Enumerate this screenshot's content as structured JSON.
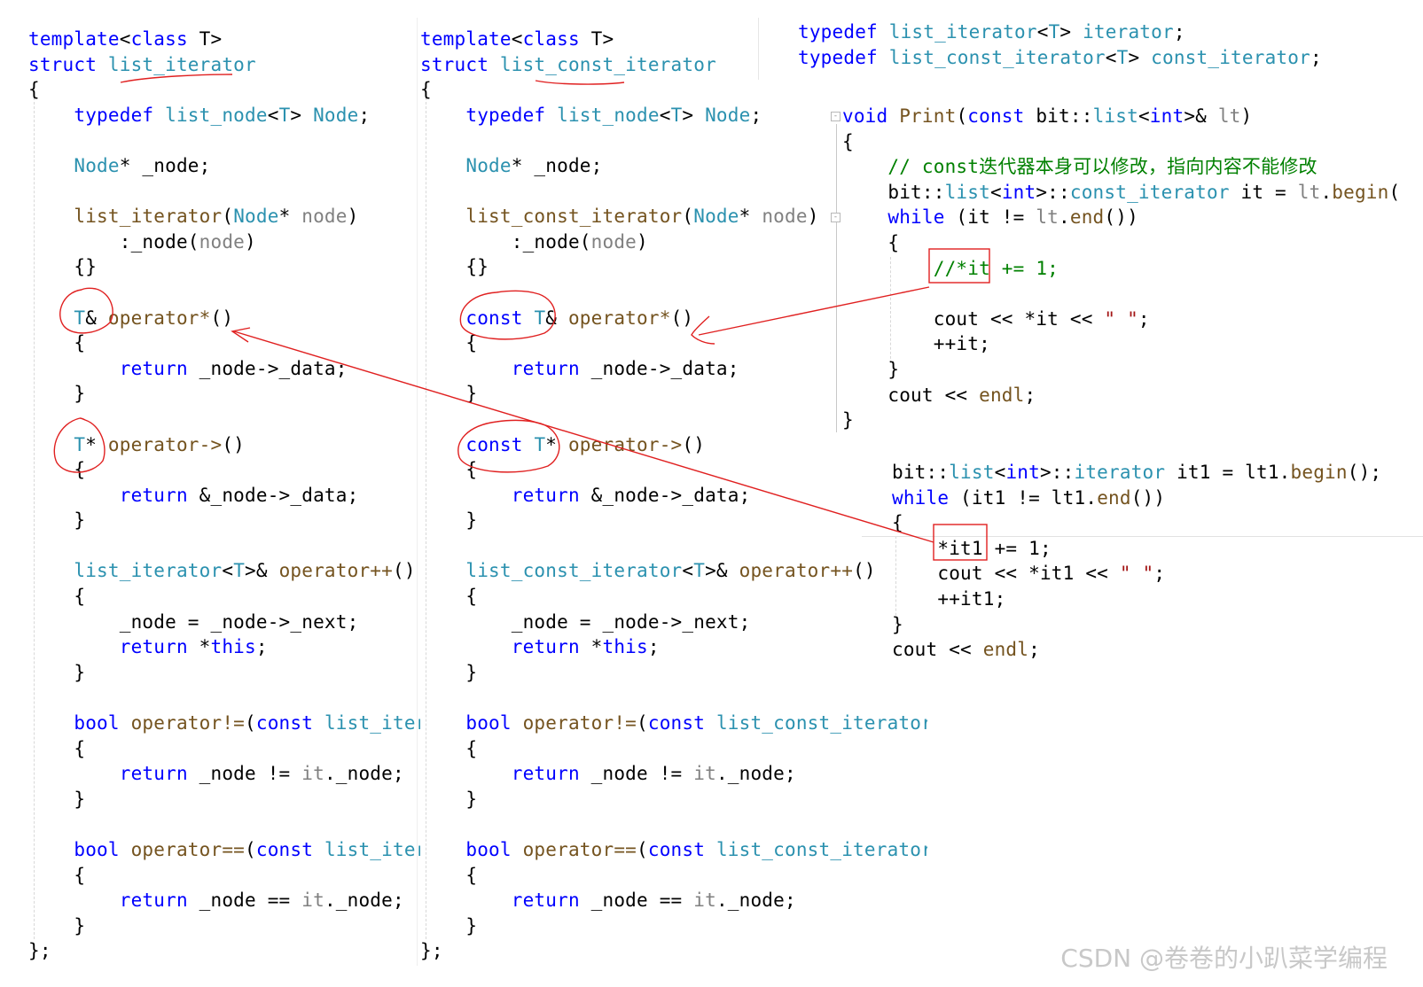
{
  "colors": {
    "keyword": "#0000ff",
    "type": "#2b91af",
    "func": "#74531f",
    "member": "#000000",
    "param": "#808080",
    "comment": "#008000",
    "string": "#a31515",
    "annotation": "#e02020"
  },
  "panels": {
    "left": {
      "lines": [
        [
          [
            "t",
            "kw",
            "template"
          ],
          [
            "<",
            ""
          ],
          [
            "class",
            "kw"
          ],
          [
            " T>",
            ""
          ]
        ],
        [
          [
            "struct",
            "kw"
          ],
          [
            " ",
            ""
          ],
          [
            "list_iterator",
            "ty"
          ]
        ],
        [
          [
            "{",
            ""
          ]
        ],
        [
          [
            "    ",
            ""
          ],
          [
            "typedef",
            "kw"
          ],
          [
            " ",
            ""
          ],
          [
            "list_node",
            "ty"
          ],
          [
            "<",
            ""
          ],
          [
            "T",
            "ty"
          ],
          [
            "> ",
            ""
          ],
          [
            "Node",
            "ty"
          ],
          [
            ";",
            ""
          ]
        ],
        [],
        [
          [
            "    ",
            ""
          ],
          [
            "Node",
            "ty"
          ],
          [
            "* _node;",
            ""
          ]
        ],
        [],
        [
          [
            "    ",
            ""
          ],
          [
            "list_iterator",
            "fn"
          ],
          [
            "(",
            ""
          ],
          [
            "Node",
            "ty"
          ],
          [
            "* ",
            ""
          ],
          [
            "node",
            "pa"
          ],
          [
            ")",
            ""
          ]
        ],
        [
          [
            "        :_node(",
            ""
          ],
          [
            "node",
            "pa"
          ],
          [
            ")",
            ""
          ]
        ],
        [
          [
            "    {}",
            ""
          ]
        ],
        [],
        [
          [
            "    ",
            ""
          ],
          [
            "T",
            "ty"
          ],
          [
            "& ",
            ""
          ],
          [
            "operator*",
            "fn"
          ],
          [
            "()",
            ""
          ]
        ],
        [
          [
            "    {",
            ""
          ]
        ],
        [
          [
            "        ",
            ""
          ],
          [
            "return",
            "kw"
          ],
          [
            " _node->_data;",
            ""
          ]
        ],
        [
          [
            "    }",
            ""
          ]
        ],
        [],
        [
          [
            "    ",
            ""
          ],
          [
            "T",
            "ty"
          ],
          [
            "* ",
            ""
          ],
          [
            "operator->",
            "fn"
          ],
          [
            "()",
            ""
          ]
        ],
        [
          [
            "    {",
            ""
          ]
        ],
        [
          [
            "        ",
            ""
          ],
          [
            "return",
            "kw"
          ],
          [
            " &_node->_data;",
            ""
          ]
        ],
        [
          [
            "    }",
            ""
          ]
        ],
        [],
        [
          [
            "    ",
            ""
          ],
          [
            "list_iterator",
            "ty"
          ],
          [
            "<",
            ""
          ],
          [
            "T",
            "ty"
          ],
          [
            ">& ",
            ""
          ],
          [
            "operator++",
            "fn"
          ],
          [
            "()",
            ""
          ]
        ],
        [
          [
            "    {",
            ""
          ]
        ],
        [
          [
            "        _node = _node->_next;",
            ""
          ]
        ],
        [
          [
            "        ",
            ""
          ],
          [
            "return",
            "kw"
          ],
          [
            " *",
            ""
          ],
          [
            "this",
            "kw"
          ],
          [
            ";",
            ""
          ]
        ],
        [
          [
            "    }",
            ""
          ]
        ],
        [],
        [
          [
            "    ",
            ""
          ],
          [
            "bool",
            "kw"
          ],
          [
            " ",
            ""
          ],
          [
            "operator!=",
            "fn"
          ],
          [
            "(",
            ""
          ],
          [
            "const",
            "kw"
          ],
          [
            " ",
            ""
          ],
          [
            "list_iter",
            "ty"
          ]
        ],
        [
          [
            "    {",
            ""
          ]
        ],
        [
          [
            "        ",
            ""
          ],
          [
            "return",
            "kw"
          ],
          [
            " _node != ",
            ""
          ],
          [
            "it",
            "pa"
          ],
          [
            "._node;",
            ""
          ]
        ],
        [
          [
            "    }",
            ""
          ]
        ],
        [],
        [
          [
            "    ",
            ""
          ],
          [
            "bool",
            "kw"
          ],
          [
            " ",
            ""
          ],
          [
            "operator==",
            "fn"
          ],
          [
            "(",
            ""
          ],
          [
            "const",
            "kw"
          ],
          [
            " ",
            ""
          ],
          [
            "list_iter",
            "ty"
          ]
        ],
        [
          [
            "    {",
            ""
          ]
        ],
        [
          [
            "        ",
            ""
          ],
          [
            "return",
            "kw"
          ],
          [
            " _node == ",
            ""
          ],
          [
            "it",
            "pa"
          ],
          [
            "._node;",
            ""
          ]
        ],
        [
          [
            "    }",
            ""
          ]
        ],
        [
          [
            "};",
            ""
          ]
        ]
      ]
    },
    "mid": {
      "lines": [
        [
          [
            "template",
            "kw"
          ],
          [
            "<",
            ""
          ],
          [
            "class",
            "kw"
          ],
          [
            " T>",
            ""
          ]
        ],
        [
          [
            "struct",
            "kw"
          ],
          [
            " ",
            ""
          ],
          [
            "list_const_iterator",
            "ty"
          ]
        ],
        [
          [
            "{",
            ""
          ]
        ],
        [
          [
            "    ",
            ""
          ],
          [
            "typedef",
            "kw"
          ],
          [
            " ",
            ""
          ],
          [
            "list_node",
            "ty"
          ],
          [
            "<",
            ""
          ],
          [
            "T",
            "ty"
          ],
          [
            "> ",
            ""
          ],
          [
            "Node",
            "ty"
          ],
          [
            ";",
            ""
          ]
        ],
        [],
        [
          [
            "    ",
            ""
          ],
          [
            "Node",
            "ty"
          ],
          [
            "* _node;",
            ""
          ]
        ],
        [],
        [
          [
            "    ",
            ""
          ],
          [
            "list_const_iterator",
            "fn"
          ],
          [
            "(",
            ""
          ],
          [
            "Node",
            "ty"
          ],
          [
            "* ",
            ""
          ],
          [
            "node",
            "pa"
          ],
          [
            ")",
            ""
          ]
        ],
        [
          [
            "        :_node(",
            ""
          ],
          [
            "node",
            "pa"
          ],
          [
            ")",
            ""
          ]
        ],
        [
          [
            "    {}",
            ""
          ]
        ],
        [],
        [
          [
            "    ",
            ""
          ],
          [
            "const",
            "kw"
          ],
          [
            " ",
            ""
          ],
          [
            "T",
            "ty"
          ],
          [
            "& ",
            ""
          ],
          [
            "operator*",
            "fn"
          ],
          [
            "()",
            ""
          ]
        ],
        [
          [
            "    {",
            ""
          ]
        ],
        [
          [
            "        ",
            ""
          ],
          [
            "return",
            "kw"
          ],
          [
            " _node->_data;",
            ""
          ]
        ],
        [
          [
            "    }",
            ""
          ]
        ],
        [],
        [
          [
            "    ",
            ""
          ],
          [
            "const",
            "kw"
          ],
          [
            " ",
            ""
          ],
          [
            "T",
            "ty"
          ],
          [
            "* ",
            ""
          ],
          [
            "operator->",
            "fn"
          ],
          [
            "()",
            ""
          ]
        ],
        [
          [
            "    {",
            ""
          ]
        ],
        [
          [
            "        ",
            ""
          ],
          [
            "return",
            "kw"
          ],
          [
            " &_node->_data;",
            ""
          ]
        ],
        [
          [
            "    }",
            ""
          ]
        ],
        [],
        [
          [
            "    ",
            ""
          ],
          [
            "list_const_iterator",
            "ty"
          ],
          [
            "<",
            ""
          ],
          [
            "T",
            "ty"
          ],
          [
            ">& ",
            ""
          ],
          [
            "operator++",
            "fn"
          ],
          [
            "()",
            ""
          ]
        ],
        [
          [
            "    {",
            ""
          ]
        ],
        [
          [
            "        _node = _node->_next;",
            ""
          ]
        ],
        [
          [
            "        ",
            ""
          ],
          [
            "return",
            "kw"
          ],
          [
            " *",
            ""
          ],
          [
            "this",
            "kw"
          ],
          [
            ";",
            ""
          ]
        ],
        [
          [
            "    }",
            ""
          ]
        ],
        [],
        [
          [
            "    ",
            ""
          ],
          [
            "bool",
            "kw"
          ],
          [
            " ",
            ""
          ],
          [
            "operator!=",
            "fn"
          ],
          [
            "(",
            ""
          ],
          [
            "const",
            "kw"
          ],
          [
            " ",
            ""
          ],
          [
            "list_const_iterator",
            "ty"
          ]
        ],
        [
          [
            "    {",
            ""
          ]
        ],
        [
          [
            "        ",
            ""
          ],
          [
            "return",
            "kw"
          ],
          [
            " _node != ",
            ""
          ],
          [
            "it",
            "pa"
          ],
          [
            "._node;",
            ""
          ]
        ],
        [
          [
            "    }",
            ""
          ]
        ],
        [],
        [
          [
            "    ",
            ""
          ],
          [
            "bool",
            "kw"
          ],
          [
            " ",
            ""
          ],
          [
            "operator==",
            "fn"
          ],
          [
            "(",
            ""
          ],
          [
            "const",
            "kw"
          ],
          [
            " ",
            ""
          ],
          [
            "list_const_iterator",
            "ty"
          ]
        ],
        [
          [
            "    {",
            ""
          ]
        ],
        [
          [
            "        ",
            ""
          ],
          [
            "return",
            "kw"
          ],
          [
            " _node == ",
            ""
          ],
          [
            "it",
            "pa"
          ],
          [
            "._node;",
            ""
          ]
        ],
        [
          [
            "    }",
            ""
          ]
        ],
        [
          [
            "};",
            ""
          ]
        ]
      ]
    },
    "right": {
      "lines": [
        [
          [
            "typedef",
            "kw"
          ],
          [
            " ",
            ""
          ],
          [
            "list_iterator",
            "ty"
          ],
          [
            "<",
            ""
          ],
          [
            "T",
            "ty"
          ],
          [
            "> ",
            ""
          ],
          [
            "iterator",
            "ty"
          ],
          [
            ";",
            ""
          ]
        ],
        [
          [
            "typedef",
            "kw"
          ],
          [
            " ",
            ""
          ],
          [
            "list_const_iterator",
            "ty"
          ],
          [
            "<",
            ""
          ],
          [
            "T",
            "ty"
          ],
          [
            "> ",
            ""
          ],
          [
            "const_iterator",
            "ty"
          ],
          [
            ";",
            ""
          ]
        ]
      ]
    },
    "print": {
      "lines": [
        [
          [
            "void",
            "kw"
          ],
          [
            " ",
            ""
          ],
          [
            "Print",
            "fn"
          ],
          [
            "(",
            ""
          ],
          [
            "const",
            "kw"
          ],
          [
            " bit::",
            ""
          ],
          [
            "list",
            "ty"
          ],
          [
            "<",
            ""
          ],
          [
            "int",
            "kw"
          ],
          [
            ">& ",
            ""
          ],
          [
            "lt",
            "pa"
          ],
          [
            ")",
            ""
          ]
        ],
        [
          [
            "{",
            ""
          ]
        ],
        [
          [
            "    ",
            ""
          ],
          [
            "// const迭代器本身可以修改，指向内容不能修改",
            "cm"
          ]
        ],
        [
          [
            "    bit::",
            ""
          ],
          [
            "list",
            "ty"
          ],
          [
            "<",
            ""
          ],
          [
            "int",
            "kw"
          ],
          [
            ">::",
            ""
          ],
          [
            "const_iterator",
            "ty"
          ],
          [
            " it = ",
            ""
          ],
          [
            "lt",
            "pa"
          ],
          [
            ".",
            ""
          ],
          [
            "begin",
            "fn"
          ],
          [
            "(",
            ""
          ]
        ],
        [
          [
            "    ",
            ""
          ],
          [
            "while",
            "kw"
          ],
          [
            " (it != ",
            ""
          ],
          [
            "lt",
            "pa"
          ],
          [
            ".",
            ""
          ],
          [
            "end",
            "fn"
          ],
          [
            "())",
            ""
          ]
        ],
        [
          [
            "    {",
            ""
          ]
        ],
        [
          [
            "        ",
            ""
          ],
          [
            "//*it += 1;",
            "cm"
          ]
        ],
        [],
        [
          [
            "        cout << *it << ",
            ""
          ],
          [
            "\" \"",
            "st"
          ],
          [
            ";",
            ""
          ]
        ],
        [
          [
            "        ++it;",
            ""
          ]
        ],
        [
          [
            "    }",
            ""
          ]
        ],
        [
          [
            "    cout << ",
            ""
          ],
          [
            "endl",
            "fn"
          ],
          [
            ";",
            ""
          ]
        ],
        [
          [
            "}",
            ""
          ]
        ]
      ]
    },
    "use": {
      "lines": [
        [
          [
            "bit::",
            ""
          ],
          [
            "list",
            "ty"
          ],
          [
            "<",
            ""
          ],
          [
            "int",
            "kw"
          ],
          [
            ">::",
            ""
          ],
          [
            "iterator",
            "ty"
          ],
          [
            " it1 = lt1.",
            ""
          ],
          [
            "begin",
            "fn"
          ],
          [
            "();",
            ""
          ]
        ],
        [
          [
            "while",
            "kw"
          ],
          [
            " (it1 != lt1.",
            ""
          ],
          [
            "end",
            "fn"
          ],
          [
            "())",
            ""
          ]
        ],
        [
          [
            "{",
            ""
          ]
        ],
        [
          [
            "    *it1 += 1;",
            ""
          ]
        ],
        [
          [
            "    cout << *it1 << ",
            ""
          ],
          [
            "\" \"",
            "st"
          ],
          [
            ";",
            ""
          ]
        ],
        [
          [
            "    ++it1;",
            ""
          ]
        ],
        [
          [
            "}",
            ""
          ]
        ],
        [
          [
            "cout << ",
            ""
          ],
          [
            "endl",
            "fn"
          ],
          [
            ";",
            ""
          ]
        ]
      ]
    }
  },
  "watermark": "CSDN @卷卷的小趴菜学编程"
}
